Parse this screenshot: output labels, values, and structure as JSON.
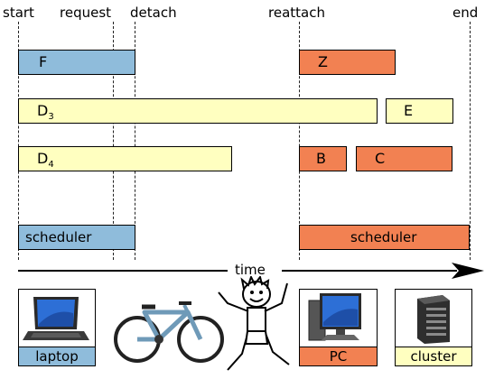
{
  "timeline": {
    "events": {
      "start": "start",
      "request": "request",
      "detach": "detach",
      "reattach": "reattach",
      "end": "end"
    },
    "axis_label": "time"
  },
  "rows": {
    "row1": {
      "f": "F",
      "z": "Z"
    },
    "row2": {
      "d3_main": "D",
      "d3_sub": "3",
      "e": "E"
    },
    "row3": {
      "d4_main": "D",
      "d4_sub": "4",
      "b": "B",
      "c": "C"
    },
    "row4": {
      "scheduler_left": "scheduler",
      "scheduler_right": "scheduler"
    }
  },
  "devices": {
    "laptop": "laptop",
    "pc": "PC",
    "cluster": "cluster"
  },
  "colors": {
    "blue": "#8fbcdb",
    "orange": "#f28152",
    "yellow": "#ffffc0"
  }
}
